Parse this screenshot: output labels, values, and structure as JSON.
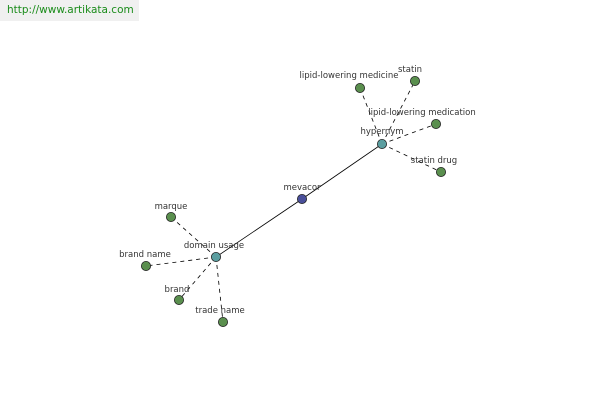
{
  "site": {
    "url_text": "http://www.artikata.com"
  },
  "colors": {
    "root_node": "#4a4f9a",
    "relation_node": "#5b9ea0",
    "term_node": "#5a8f4e",
    "node_stroke": "#222222",
    "edge": "#000000",
    "label": "#333333",
    "link": "#1a8c1a"
  },
  "graph": {
    "root": {
      "id": "mevacor",
      "label": "mevacor",
      "kind": "root"
    },
    "relations": [
      {
        "id": "hypernym",
        "label": "hypernym",
        "kind": "relation",
        "terms": [
          {
            "id": "statin",
            "label": "statin"
          },
          {
            "id": "lipid-lowering-medicine",
            "label": "lipid-lowering medicine"
          },
          {
            "id": "lipid-lowering-medication",
            "label": "lipid-lowering medication"
          },
          {
            "id": "statin-drug",
            "label": "statin drug"
          }
        ]
      },
      {
        "id": "domain-usage",
        "label": "domain usage",
        "kind": "relation",
        "terms": [
          {
            "id": "marque",
            "label": "marque"
          },
          {
            "id": "brand-name",
            "label": "brand name"
          },
          {
            "id": "brand",
            "label": "brand"
          },
          {
            "id": "trade-name",
            "label": "trade name"
          }
        ]
      }
    ]
  }
}
